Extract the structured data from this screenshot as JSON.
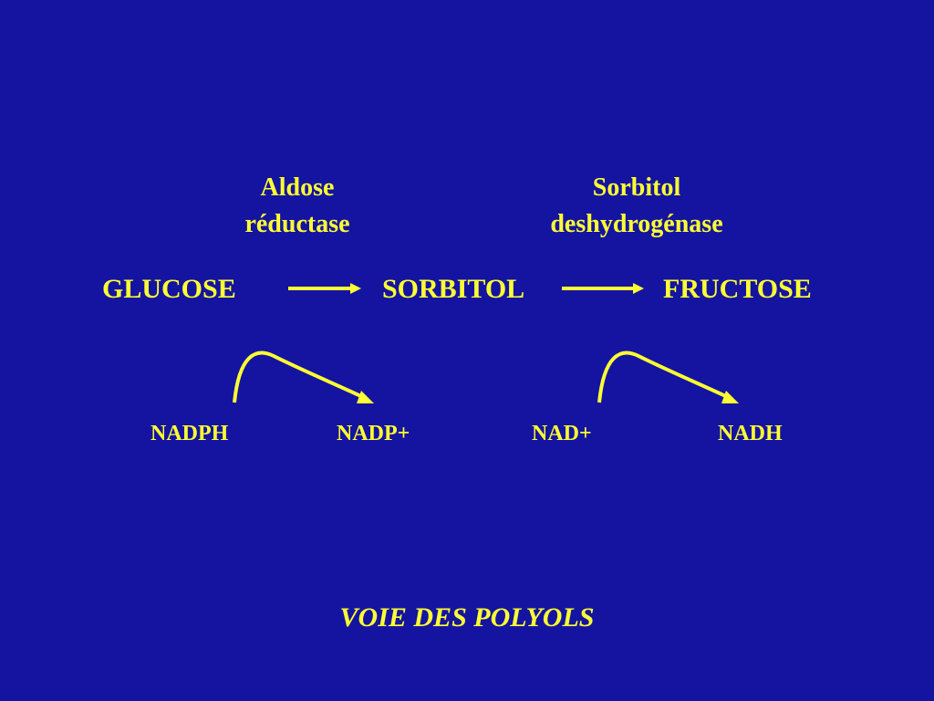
{
  "enzymes": {
    "first": {
      "line1": "Aldose",
      "line2": "réductase"
    },
    "second": {
      "line1": "Sorbitol",
      "line2": "deshydrogénase"
    }
  },
  "compounds": {
    "glucose": "GLUCOSE",
    "sorbitol": "SORBITOL",
    "fructose": "FRUCTOSE"
  },
  "cofactors": {
    "nadph": "NADPH",
    "nadp_plus": "NADP+",
    "nad_plus": "NAD+",
    "nadh": "NADH"
  },
  "caption": "VOIE DES POLYOLS",
  "colors": {
    "background": "#1414a0",
    "text": "#ffff33"
  }
}
